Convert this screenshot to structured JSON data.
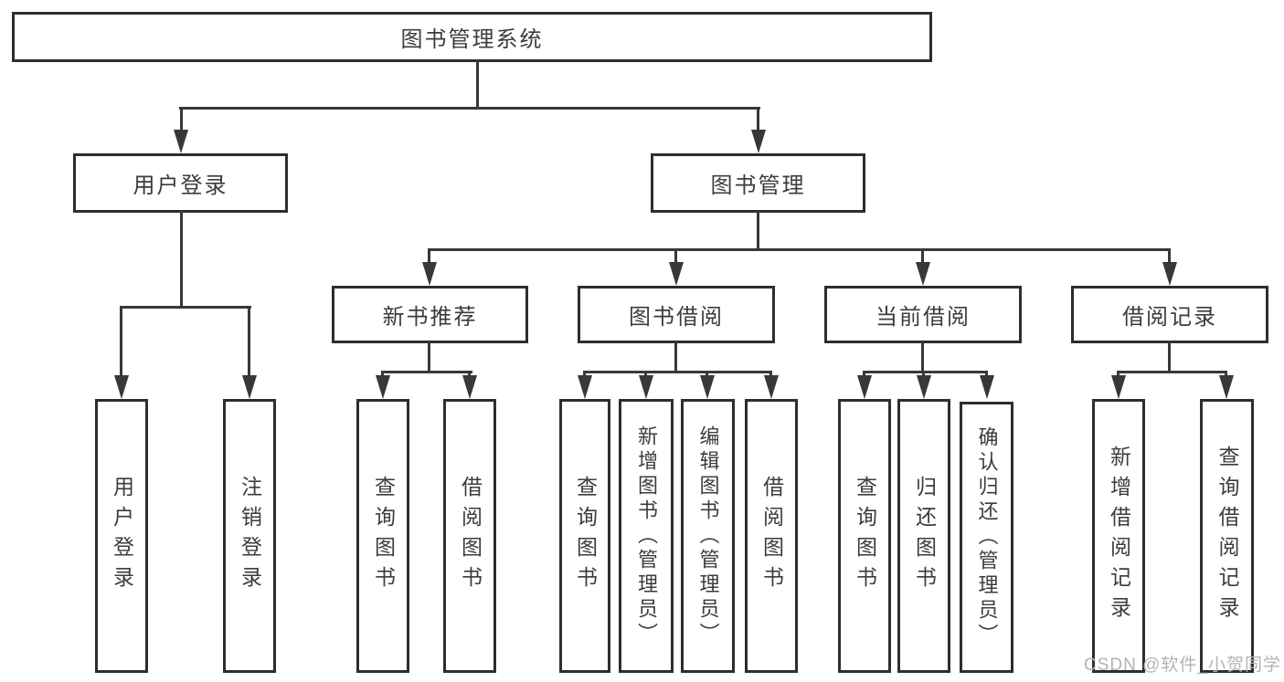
{
  "diagram": {
    "root": {
      "label": "图书管理系统"
    },
    "level2": {
      "user_login": "用户登录",
      "book_management": "图书管理"
    },
    "level3": {
      "new_book_recommend": "新书推荐",
      "book_borrow": "图书借阅",
      "current_borrow": "当前借阅",
      "borrow_records": "借阅记录"
    },
    "leaves": {
      "user_login_1": "用户登录",
      "user_login_2": "注销登录",
      "new_book_1": "查询图书",
      "new_book_2": "借阅图书",
      "borrow_1": "查询图书",
      "borrow_2": "新增图书（管理员）",
      "borrow_3": "编辑图书（管理员）",
      "borrow_4": "借阅图书",
      "current_1": "查询图书",
      "current_2": "归还图书",
      "current_3": "确认归还（管理员）",
      "records_1": "新增借阅记录",
      "records_2": "查询借阅记录"
    }
  },
  "watermark": "CSDN @软件_小贺同学",
  "colors": {
    "line": "#383838",
    "border": "#2e2e2e",
    "text": "#3c3c3c",
    "watermark": "#b3b3b3",
    "background": "#ffffff"
  }
}
